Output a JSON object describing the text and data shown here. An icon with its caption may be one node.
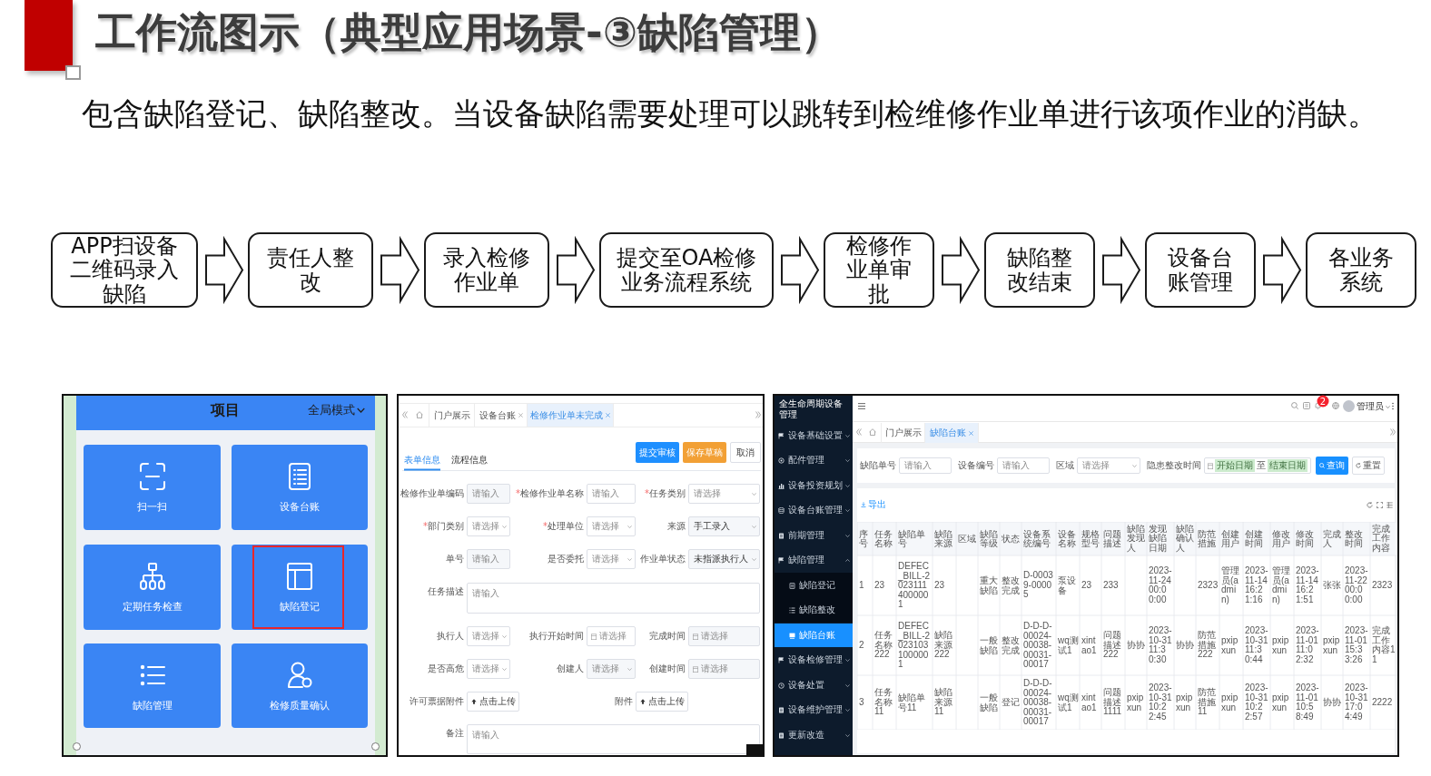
{
  "diagram": {
    "title": "工作流图示（典型应用场景-③缺陷管理）",
    "nodes": [
      {
        "text": [
          "APP扫设备二维码录入缺陷"
        ]
      },
      {
        "text": [
          "责任人整改"
        ]
      },
      {
        "text": [
          "录入检修作业单"
        ]
      },
      {
        "text": [
          "提交至OA检修业务流程系统"
        ]
      },
      {
        "text": [
          "检修作业单审批"
        ]
      },
      {
        "text": [
          "缺陷整改结束"
        ]
      },
      {
        "text": [
          "设备台账管理"
        ]
      },
      {
        "text": [
          "各业务系统"
        ]
      }
    ],
    "edges": [
      {
        "from": 0,
        "to": 1,
        "arrow": "to"
      },
      {
        "from": 1,
        "to": 2,
        "arrow": "to"
      },
      {
        "from": 2,
        "to": 3,
        "arrow": "to"
      },
      {
        "from": 3,
        "to": 4,
        "arrow": "to"
      },
      {
        "from": 4,
        "to": 5,
        "arrow": "to"
      },
      {
        "from": 5,
        "to": 6,
        "arrow": "to"
      },
      {
        "from": 6,
        "to": 7,
        "arrow": "to"
      }
    ],
    "labels": [
      "包含缺陷登记、缺陷整改。当设备缺陷需要处理可以跳转到检维修作业单进行该项作业的消缺。",
      "项目",
      "全局模式",
      "扫一扫",
      "设备台账",
      "定期任务检查",
      "缺陷登记",
      "缺陷管理",
      "检修质量确认",
      "门户展示",
      "设备台账",
      "检修作业单未完成",
      "表单信息",
      "流程信息",
      "提交审核",
      "保存草稿",
      "取消",
      "检修作业单编码",
      "请输入",
      "*检修作业单名称",
      "请输入",
      "*任务类别",
      "请选择",
      "*部门类别",
      "请选择",
      "*处理单位",
      "请选择",
      "来源",
      "手工录入",
      "单号",
      "请输入",
      "是否委托",
      "请选择",
      "作业单状态",
      "未指派执行人",
      "任务描述",
      "请输入",
      "执行人",
      "请选择",
      "执行开始时间",
      "请选择",
      "完成时间",
      "请选择",
      "是否高危",
      "请选择",
      "创建人",
      "请选择",
      "创建时间",
      "请选择",
      "许可票据附件",
      "点击上传",
      "附件",
      "点击上传",
      "备注",
      "请输入",
      "全生命周期设备管理",
      "设备基础设置",
      "配件管理",
      "设备投资规划",
      "设备台账管理",
      "前期管理",
      "缺陷管理",
      "缺陷登记",
      "缺陷整改",
      "缺陷台账",
      "设备检修管理",
      "设备处置",
      "设备维护管理",
      "更新改造",
      "2",
      "管理员",
      "门户展示",
      "缺陷台账",
      "缺陷单号",
      "请输入",
      "设备编号",
      "请输入",
      "区域",
      "请选择",
      "隐患整改时间",
      "开始日期",
      "至",
      "结束日期",
      "查询",
      "重置",
      "导出",
      "序号",
      "任务名称",
      "缺陷单号",
      "缺陷来源",
      "区域",
      "缺陷等级",
      "状态",
      "设备系统编号",
      "设备名称",
      "规格型号",
      "问题描述",
      "缺陷发现人",
      "发现缺陷日期",
      "缺陷确认人",
      "防范措施",
      "创建用户",
      "创建时间",
      "修改用户",
      "修改时间",
      "完成人",
      "整改时间",
      "完成工作内容",
      "1",
      "23",
      "DEFEC_BILL-20231114000001",
      "23",
      "重大缺陷",
      "整改完成",
      "D-00039-00005",
      "泵设备",
      "23",
      "233",
      "2023-11-24 00:00:00",
      "2323",
      "管理员(admin)",
      "2023-11-14 16:21:16",
      "管理员(admin)",
      "2023-11-14 16:21:51",
      "张张",
      "2023-11-22 00:00:00",
      "2323",
      "2",
      "任务名称222",
      "DEFEC_BILL-20231031000001",
      "缺陷来源222",
      "一般缺陷",
      "整改完成",
      "D-D-D-00024-00038-00031-00017",
      "wq测试1",
      "xintao1",
      "问题描述222",
      "协协",
      "2023-10-31 11:30:30",
      "协协",
      "防范措施222",
      "pxipxun",
      "2023-10-31 11:30:44",
      "pxipxun",
      "2023-11-01 11:02:32",
      "pxipxun",
      "2023-11-01 15:33:26",
      "完成工作内容11",
      "3",
      "任务名称11",
      "缺陷单号11",
      "缺陷来源11",
      "一般缺陷",
      "登记",
      "D-D-D-00024-00038-00031-00017",
      "wq测试1",
      "xintao1",
      "问题描述1111",
      "pxipxun",
      "2023-10-31 10:22:45",
      "pxipxun",
      "防范措施11",
      "pxipxun",
      "2023-10-31 10:22:57",
      "pxipxun",
      "2023-11-01 10:58:49",
      "协协",
      "2023-10-31 17:04:49",
      "2222"
    ]
  }
}
